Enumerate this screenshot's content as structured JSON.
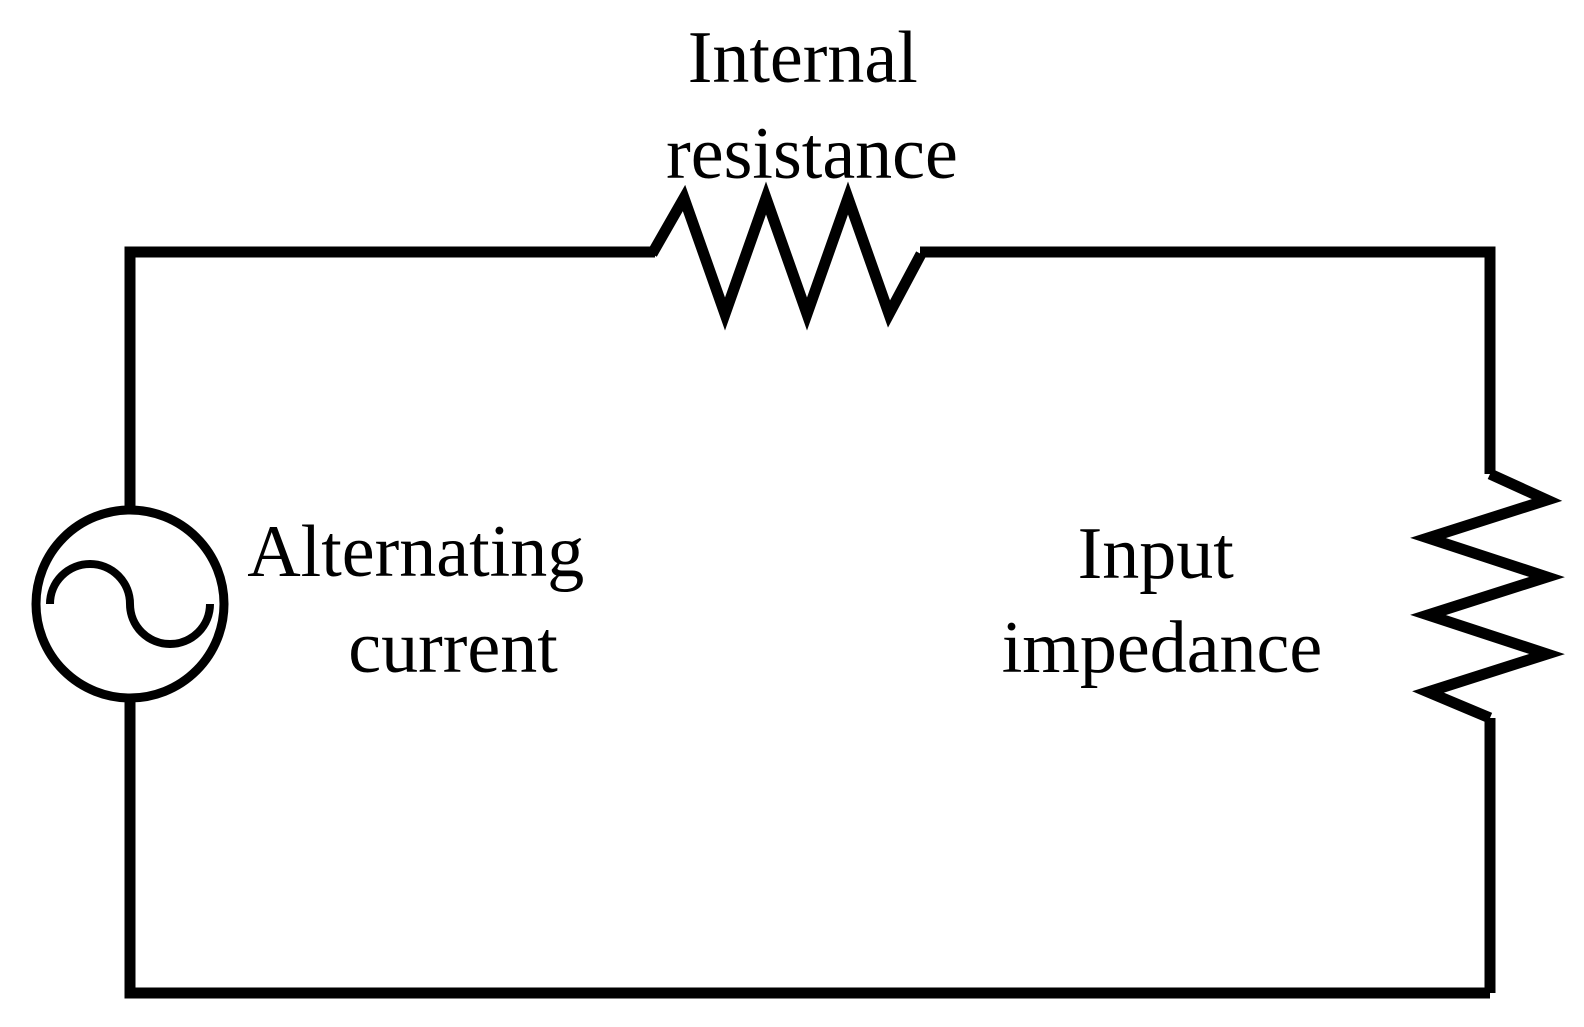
{
  "colors": {
    "stroke": "#000000",
    "background": "#ffffff"
  },
  "labels": {
    "internal_resistance": [
      "Internal",
      "resistance"
    ],
    "alternating_current": [
      "Alternating",
      "current"
    ],
    "input_impedance": [
      "Input",
      "impedance"
    ]
  },
  "components": [
    {
      "type": "ac-source",
      "icon": "ac-source-icon"
    },
    {
      "type": "resistor",
      "icon": "resistor-icon"
    },
    {
      "type": "resistor",
      "icon": "resistor-icon"
    }
  ]
}
